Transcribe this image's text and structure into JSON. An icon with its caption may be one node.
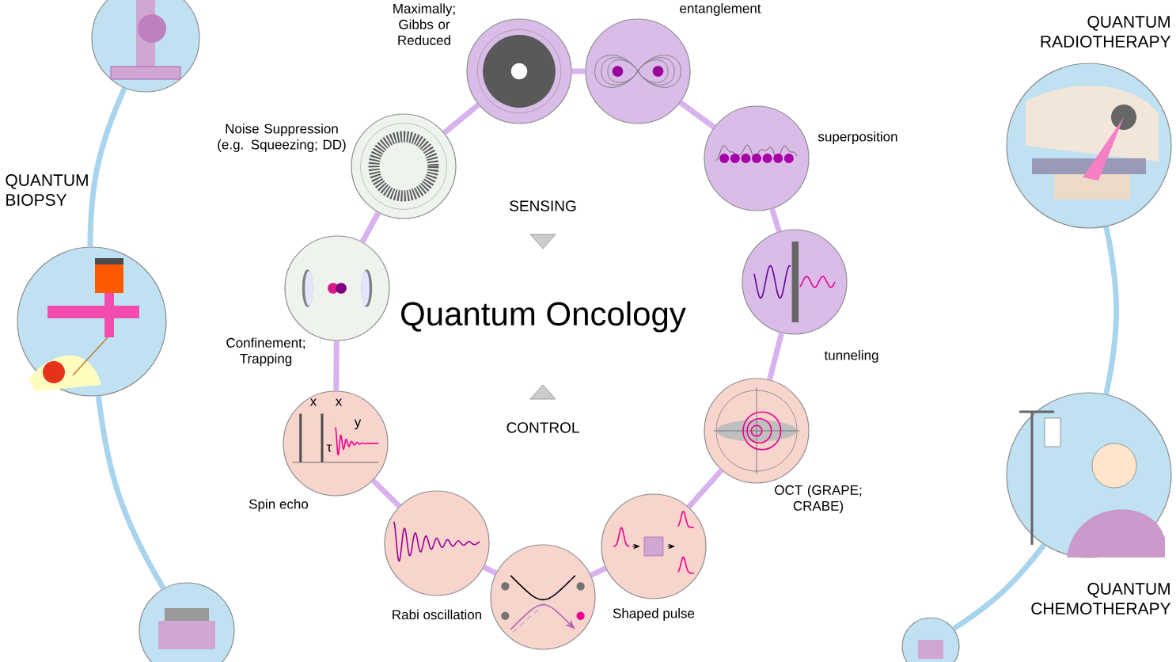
{
  "diagram": {
    "title": "Quantum Oncology",
    "nodes": [
      {
        "text": [
          "Maximally; Gibbs or Reduced"
        ]
      },
      {
        "text": [
          "entanglement"
        ]
      },
      {
        "text": [
          "superposition"
        ]
      },
      {
        "text": [
          "tunneling"
        ]
      },
      {
        "text": [
          "OCT (GRAPE; CRABE)"
        ]
      },
      {
        "text": [
          "Shaped pulse"
        ]
      },
      {
        "text": [],
        "shape": "circle"
      },
      {
        "text": [
          "Rabi oscillation"
        ]
      },
      {
        "text": [
          "Spin echo"
        ]
      },
      {
        "text": [
          "Confinement; Trapping"
        ]
      },
      {
        "text": [
          "Noise Suppression (e.g. Squeezing; DD)"
        ]
      },
      {
        "text": [],
        "shape": "circle"
      },
      {
        "text": [
          "QUANTUM BIOPSY"
        ]
      },
      {
        "text": [],
        "shape": "circle"
      },
      {
        "text": [
          "QUANTUM RADIOTHERAPY"
        ]
      },
      {
        "text": [
          "QUANTUM CHEMOTHERAPY"
        ]
      },
      {
        "text": [],
        "shape": "circle"
      }
    ],
    "edges": [
      {
        "from": 10,
        "to": 0,
        "arrow": "none"
      },
      {
        "from": 0,
        "to": 1,
        "arrow": "none"
      },
      {
        "from": 1,
        "to": 2,
        "arrow": "none"
      },
      {
        "from": 2,
        "to": 3,
        "arrow": "none"
      },
      {
        "from": 3,
        "to": 4,
        "arrow": "none"
      },
      {
        "from": 4,
        "to": 5,
        "arrow": "none"
      },
      {
        "from": 5,
        "to": 6,
        "arrow": "none"
      },
      {
        "from": 6,
        "to": 7,
        "arrow": "none"
      },
      {
        "from": 7,
        "to": 8,
        "arrow": "none"
      },
      {
        "from": 8,
        "to": 9,
        "arrow": "none"
      },
      {
        "from": 9,
        "to": 10,
        "arrow": "none"
      },
      {
        "from": 11,
        "to": 12,
        "arrow": "none",
        "color": "#a9d4ee"
      },
      {
        "from": 12,
        "to": 13,
        "arrow": "none",
        "color": "#a9d4ee"
      },
      {
        "from": 14,
        "to": 15,
        "arrow": "none",
        "color": "#a9d4ee"
      },
      {
        "from": 15,
        "to": 16,
        "arrow": "none",
        "color": "#a9d4ee"
      }
    ],
    "labels": [
      "SENSING",
      "x",
      "x",
      "y",
      "CONTROL",
      "τ"
    ]
  }
}
